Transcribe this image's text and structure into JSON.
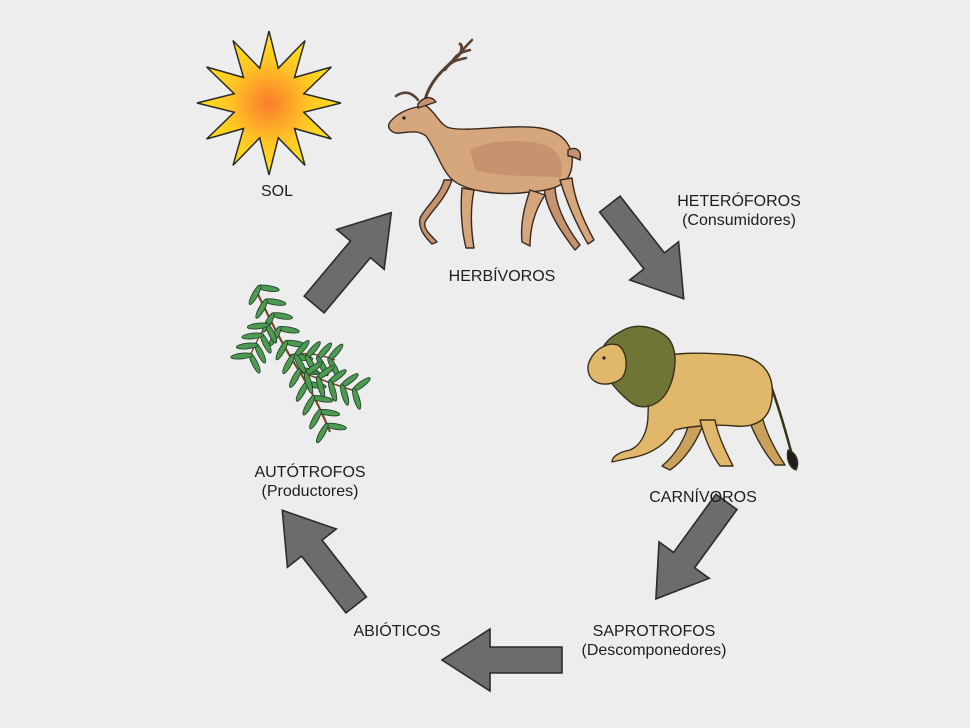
{
  "nodes": {
    "sol": {
      "label": "SOL"
    },
    "herbivoros": {
      "label": "HERBÍVOROS"
    },
    "heteroforos": {
      "label": "HETERÓFOROS",
      "sublabel": "(Consumidores)"
    },
    "carnivoros": {
      "label": "CARNÍVOROS"
    },
    "saprotrofos": {
      "label": "SAPROTROFOS",
      "sublabel": "(Descomponedores)"
    },
    "abioticos": {
      "label": "ABIÓTICOS"
    },
    "autotrofos": {
      "label": "AUTÓTROFOS",
      "sublabel": "(Productores)"
    }
  },
  "icons": [
    "sun-icon",
    "deer-icon",
    "lion-icon",
    "plant-icon",
    "cycle-arrow-icon"
  ],
  "colors": {
    "background": "#ecedec",
    "arrow_fill": "#6b6c6e",
    "sun_outer": "#ffe419",
    "sun_inner": "#fb7c2c",
    "deer": "#d6a67d",
    "lion_body": "#e1b86b",
    "lion_mane": "#6f7536",
    "plant": "#4f9a52"
  }
}
